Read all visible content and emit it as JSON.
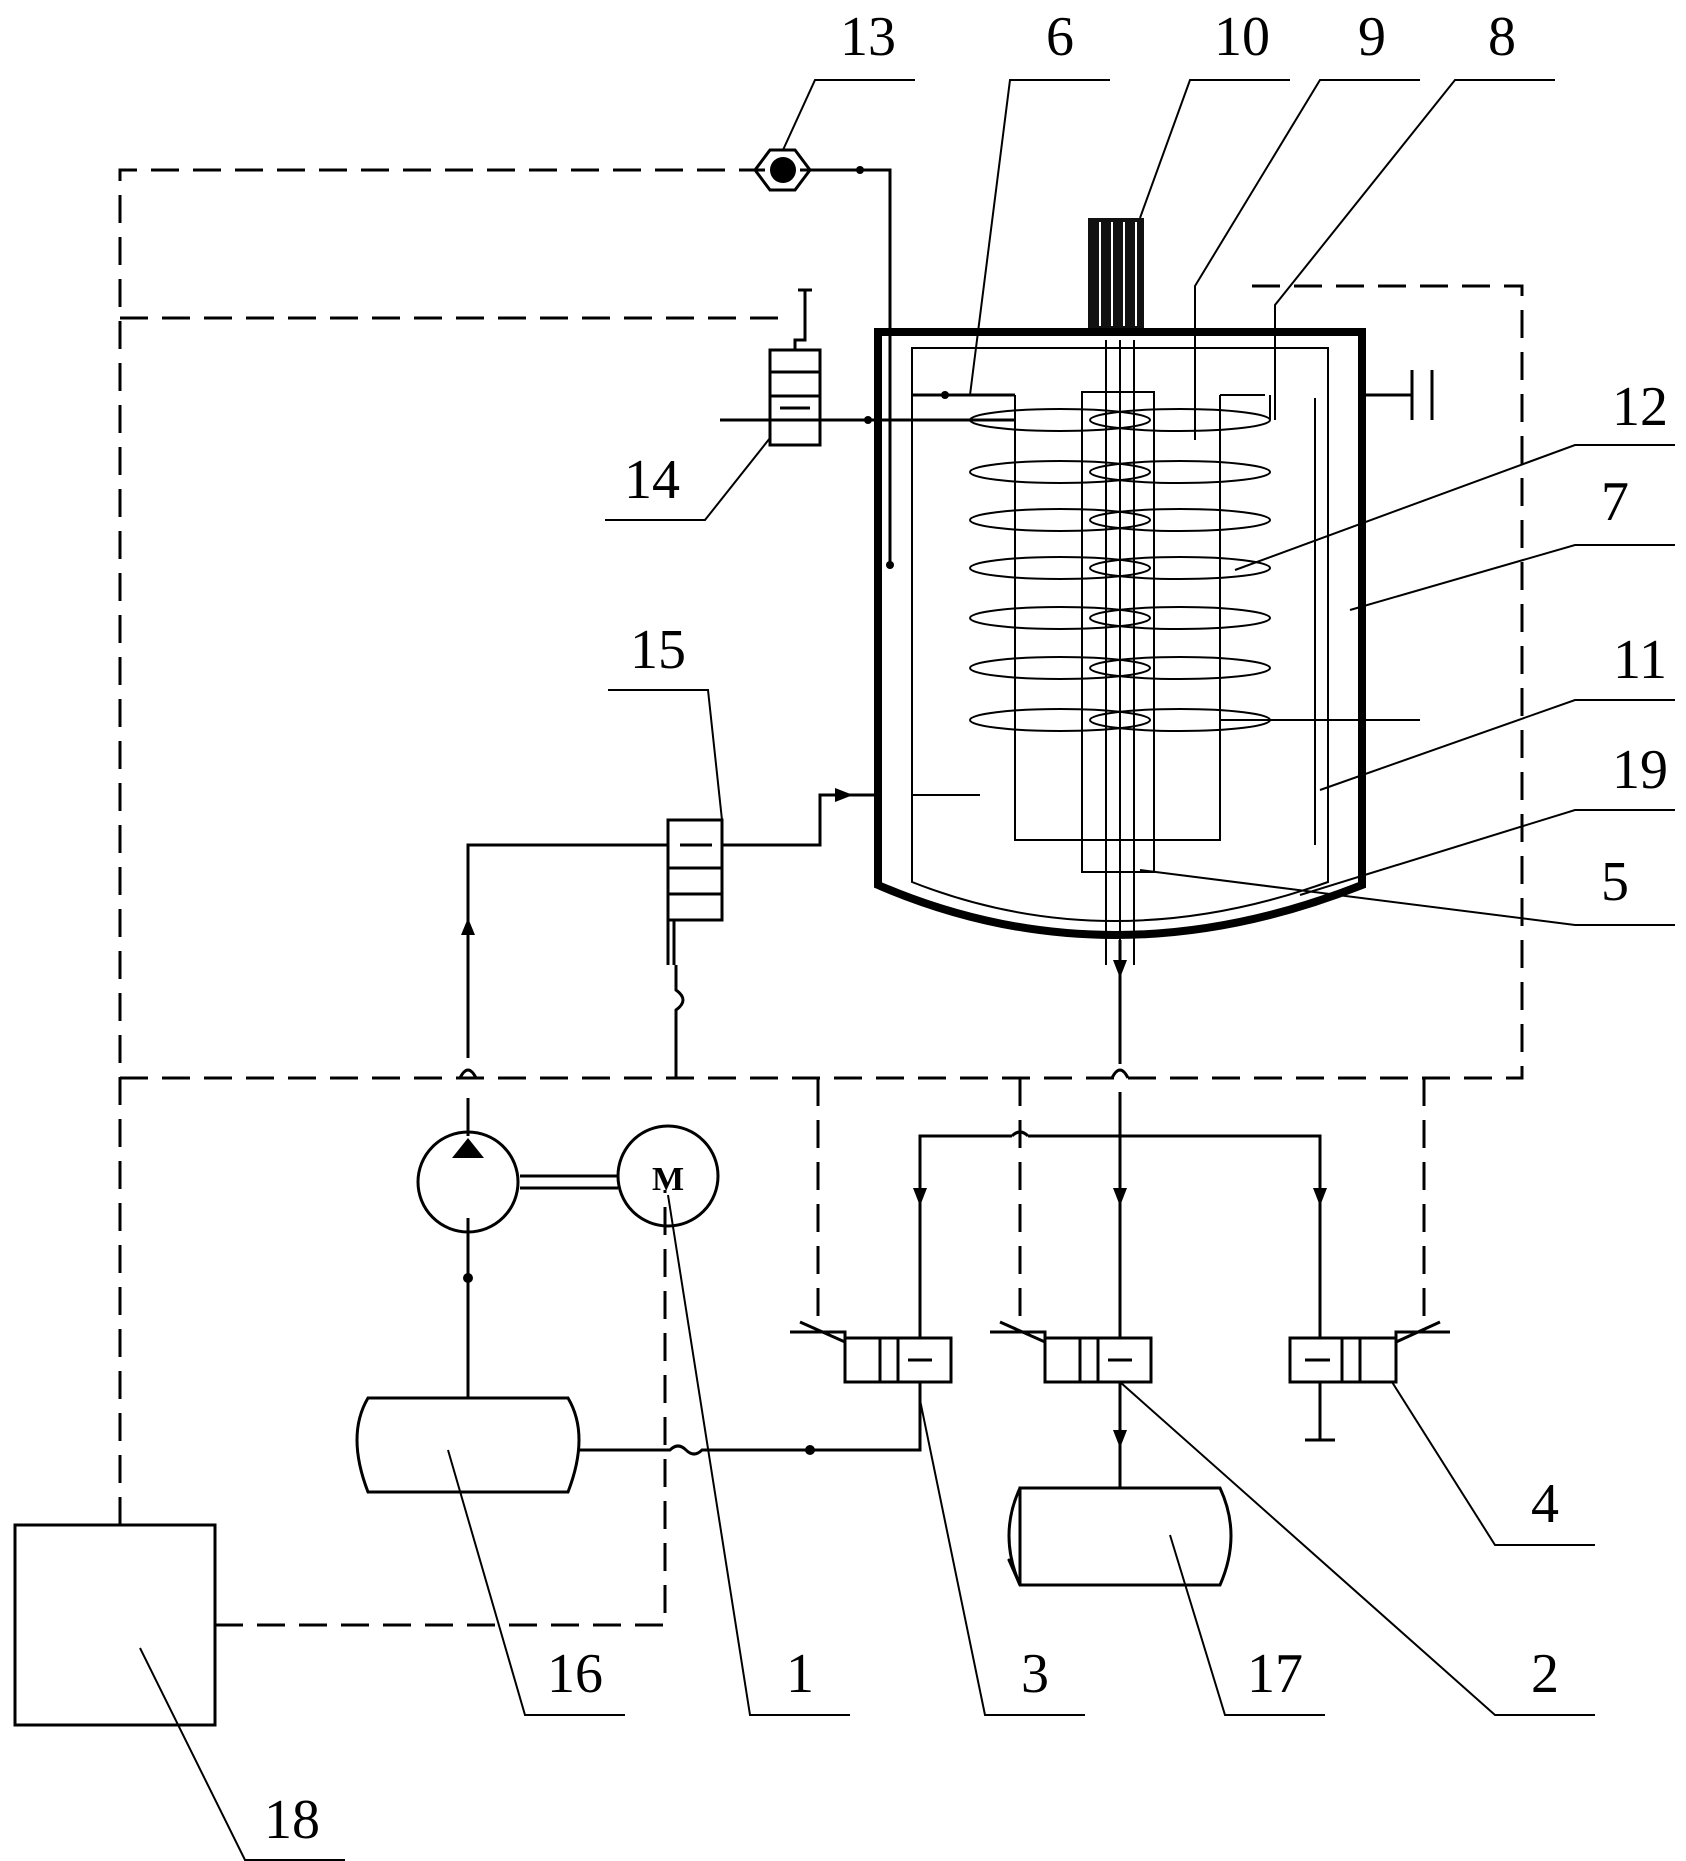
{
  "labels": {
    "l1": "1",
    "l2": "2",
    "l3": "3",
    "l4": "4",
    "l5": "5",
    "l6": "6",
    "l7": "7",
    "l8": "8",
    "l9": "9",
    "l10": "10",
    "l11": "11",
    "l12": "12",
    "l13": "13",
    "l14": "14",
    "l15": "15",
    "l16": "16",
    "l17": "17",
    "l18": "18",
    "l19": "19"
  },
  "motor": {
    "symbol": "M"
  }
}
